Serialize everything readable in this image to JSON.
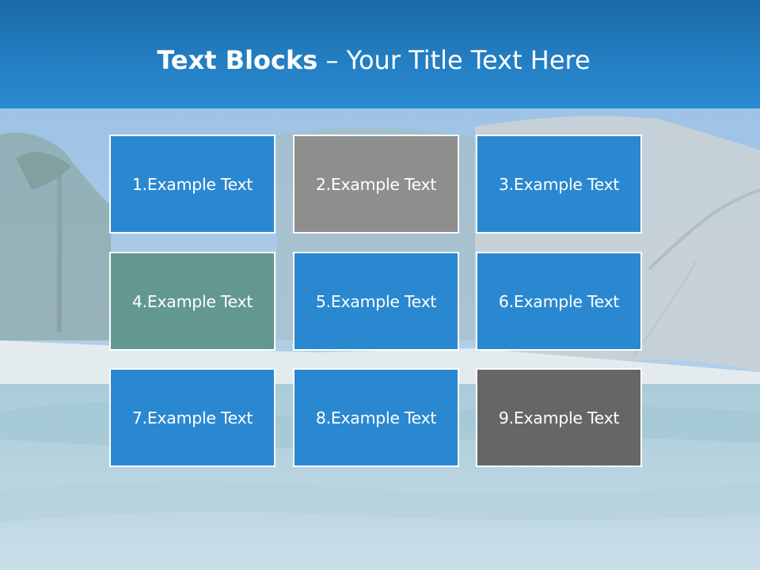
{
  "slide": {
    "title_bold": "Text Blocks",
    "title_sep": " – ",
    "title_rest": "Your Title Text Here"
  },
  "blocks": [
    {
      "label": "1.Example Text",
      "color": "#2a88d0"
    },
    {
      "label": "2.Example Text",
      "color": "#8e8e8e"
    },
    {
      "label": "3.Example Text",
      "color": "#2a88d0"
    },
    {
      "label": "4.Example Text",
      "color": "#629890"
    },
    {
      "label": "5.Example Text",
      "color": "#2a88d0"
    },
    {
      "label": "6.Example Text",
      "color": "#2a88d0"
    },
    {
      "label": "7.Example Text",
      "color": "#2a88d0"
    },
    {
      "label": "8.Example Text",
      "color": "#2a88d0"
    },
    {
      "label": "9.Example Text",
      "color": "#666666"
    }
  ],
  "colors": {
    "header": "#2480c4",
    "block_border": "#ffffff",
    "text": "#ffffff"
  }
}
